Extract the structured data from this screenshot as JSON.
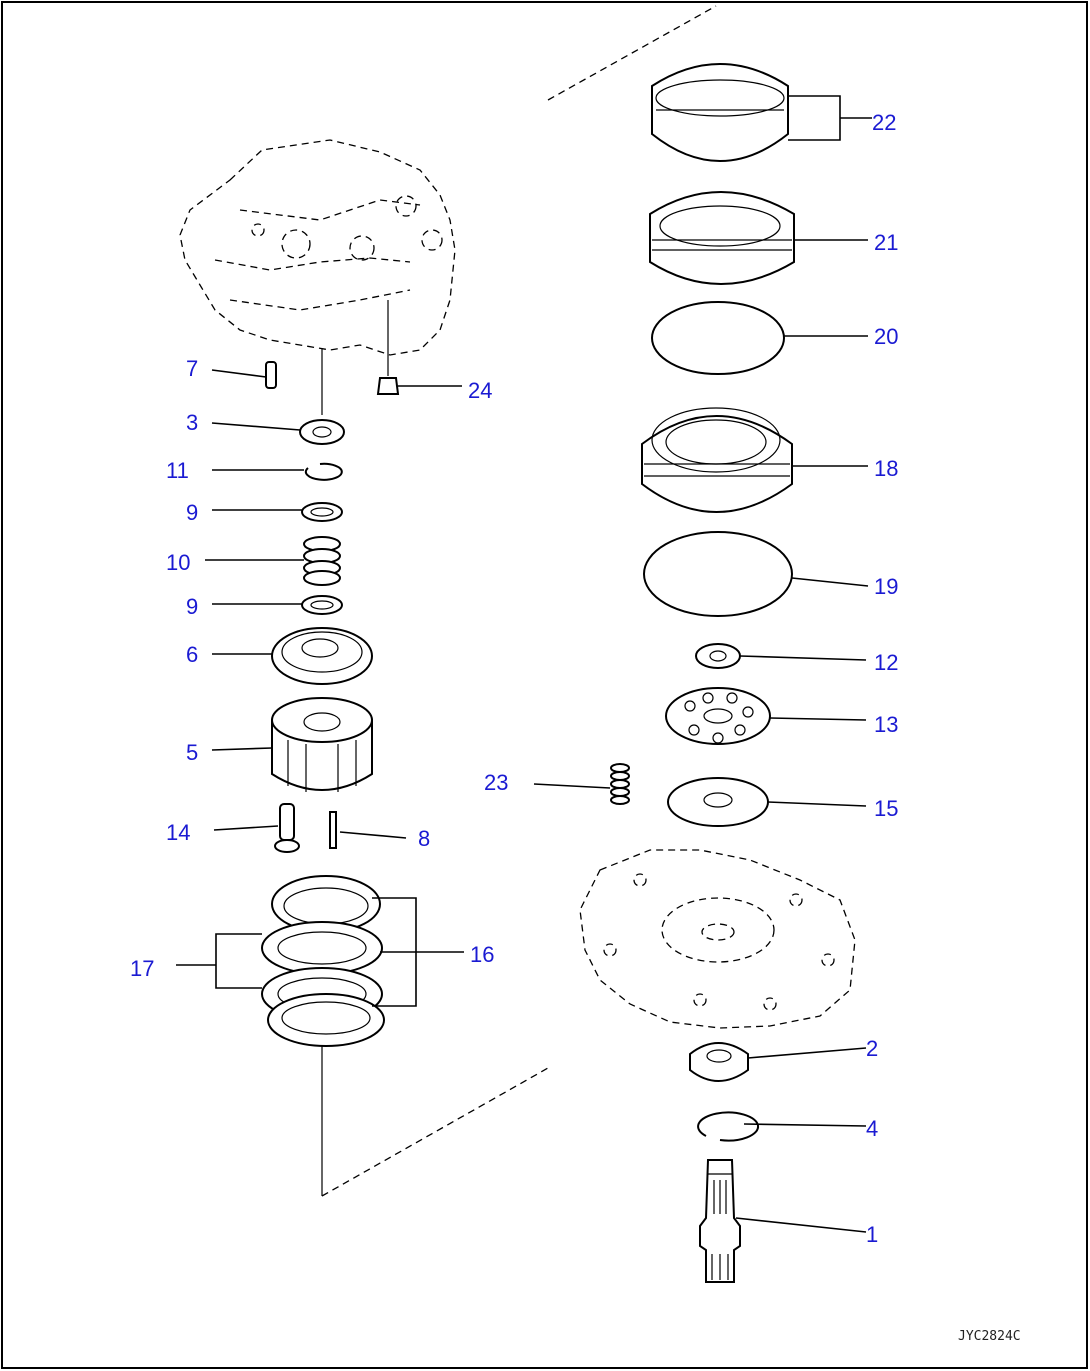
{
  "figure_code": "JYC2824C",
  "callouts": [
    {
      "id": "c1",
      "text": "1"
    },
    {
      "id": "c2",
      "text": "2"
    },
    {
      "id": "c3",
      "text": "3"
    },
    {
      "id": "c4",
      "text": "4"
    },
    {
      "id": "c5",
      "text": "5"
    },
    {
      "id": "c6",
      "text": "6"
    },
    {
      "id": "c7",
      "text": "7"
    },
    {
      "id": "c8",
      "text": "8"
    },
    {
      "id": "c9a",
      "text": "9"
    },
    {
      "id": "c9b",
      "text": "9"
    },
    {
      "id": "c10",
      "text": "10"
    },
    {
      "id": "c11",
      "text": "11"
    },
    {
      "id": "c12",
      "text": "12"
    },
    {
      "id": "c13",
      "text": "13"
    },
    {
      "id": "c14",
      "text": "14"
    },
    {
      "id": "c15",
      "text": "15"
    },
    {
      "id": "c16",
      "text": "16"
    },
    {
      "id": "c17",
      "text": "17"
    },
    {
      "id": "c18",
      "text": "18"
    },
    {
      "id": "c19",
      "text": "19"
    },
    {
      "id": "c20",
      "text": "20"
    },
    {
      "id": "c21",
      "text": "21"
    },
    {
      "id": "c22",
      "text": "22"
    },
    {
      "id": "c23",
      "text": "23"
    },
    {
      "id": "c24",
      "text": "24"
    }
  ],
  "colors": {
    "callout": "#1a1ad2",
    "line": "#000000",
    "background": "#ffffff"
  }
}
